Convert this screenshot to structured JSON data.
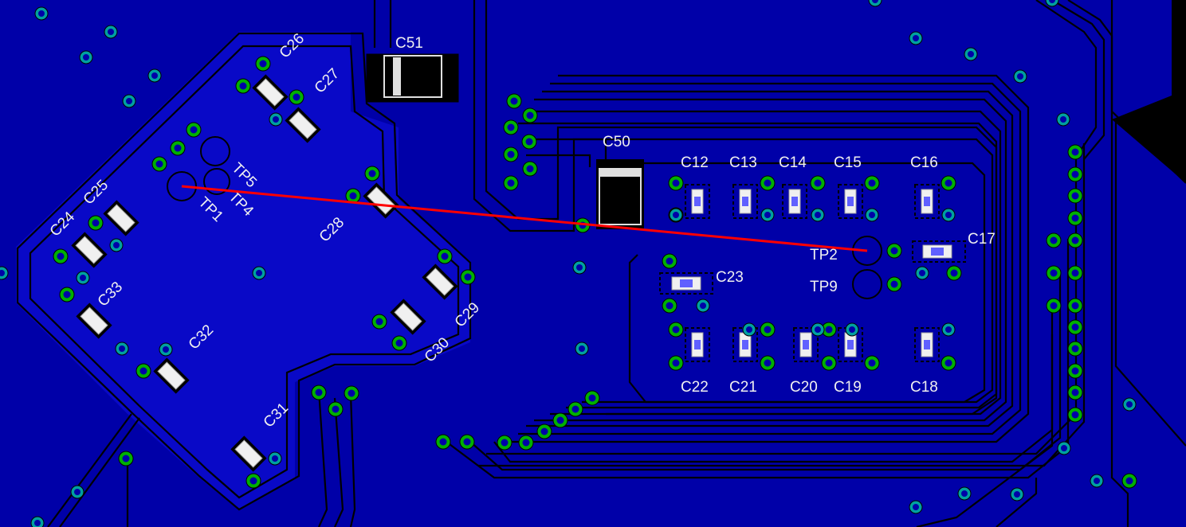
{
  "colors": {
    "board": "#0000a8",
    "copper_pour": "#1010e0",
    "trace": "#000000",
    "via_plated": "#00b000",
    "via_test": "#00a0a0",
    "label": "#f0f0f0",
    "ratsnest": "#ff0000"
  },
  "labels": {
    "c51": "C51",
    "c50": "C50",
    "c26": "C26",
    "c27": "C27",
    "c28": "C28",
    "c25": "C25",
    "c24": "C24",
    "c33": "C33",
    "c32": "C32",
    "c31": "C31",
    "c30": "C30",
    "c29": "C29",
    "c12": "C12",
    "c13": "C13",
    "c14": "C14",
    "c15": "C15",
    "c16": "C16",
    "c17": "C17",
    "c18": "C18",
    "c19": "C19",
    "c20": "C20",
    "c21": "C21",
    "c22": "C22",
    "c23": "C23",
    "tp1": "TP1",
    "tp2": "TP2",
    "tp4": "TP4",
    "tp5": "TP5",
    "tp9": "TP9"
  }
}
